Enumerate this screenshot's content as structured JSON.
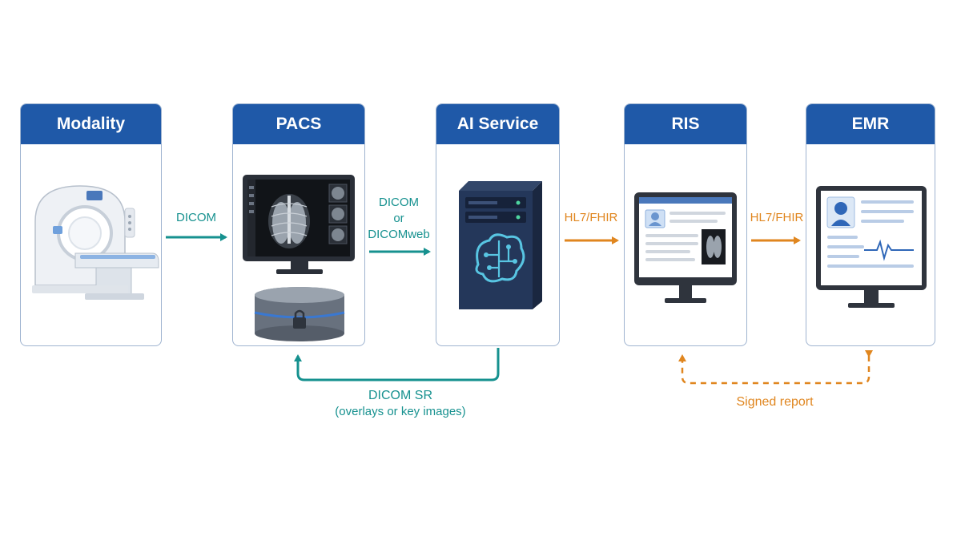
{
  "nodes": {
    "modality": "Modality",
    "pacs": "PACS",
    "ai_service": "AI Service",
    "ris": "RIS",
    "emr": "EMR"
  },
  "edges": {
    "modality_to_pacs": "DICOM",
    "pacs_to_ai_line1": "DICOM",
    "pacs_to_ai_line2": "or",
    "pacs_to_ai_line3": "DICOMweb",
    "ai_to_ris": "HL7/FHIR",
    "ris_to_emr": "HL7/FHIR",
    "ai_to_pacs_line1": "DICOM SR",
    "ai_to_pacs_line2": "(overlays or key images)",
    "emr_ris_feedback": "Signed report"
  },
  "colors": {
    "header": "#1f59a8",
    "teal_arrow": "#16918f",
    "orange_arrow": "#e0861f",
    "card_border": "#9fb4d0"
  }
}
